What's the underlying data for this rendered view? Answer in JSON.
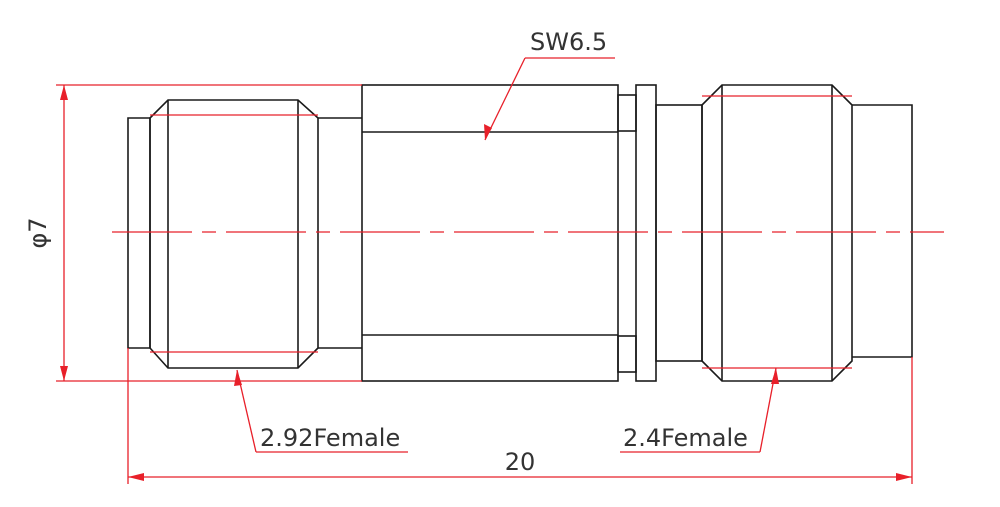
{
  "labels": {
    "wrench": "SW6.5",
    "diameter": "φ7",
    "left_connector": "2.92Female",
    "right_connector": "2.4Female",
    "length": "20"
  },
  "colors": {
    "outline": "#1a1a1a",
    "dimension": "#e8202a",
    "text": "#333333"
  }
}
